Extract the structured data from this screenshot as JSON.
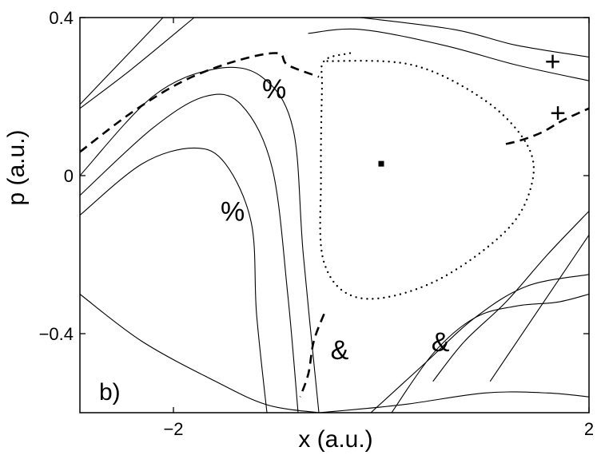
{
  "chart_data": {
    "type": "line",
    "title": "",
    "panel_label": "b)",
    "xlabel": "x (a.u.)",
    "ylabel": "p (a.u.)",
    "xlim": [
      -2.9,
      2.0
    ],
    "ylim": [
      -0.6,
      0.4
    ],
    "x_ticks": [
      {
        "value": -2,
        "label": "−2"
      },
      {
        "value": 2,
        "label": "2"
      }
    ],
    "y_ticks": [
      {
        "value": 0.4,
        "label": "0.4"
      },
      {
        "value": 0,
        "label": "0"
      },
      {
        "value": -0.4,
        "label": "−0.4"
      }
    ],
    "colors": {
      "ink": "#000000",
      "background": "#ffffff"
    },
    "series": [
      {
        "style": "dotted",
        "x": [
          -0.3,
          -0.55,
          -0.57,
          -0.58,
          -0.55,
          -0.2,
          0.5,
          1.2,
          1.45,
          1.4,
          1.0,
          0.3,
          -0.55
        ],
        "y": [
          0.31,
          0.29,
          0.22,
          0.0,
          -0.22,
          -0.31,
          -0.27,
          -0.14,
          -0.02,
          0.08,
          0.19,
          0.28,
          0.29
        ]
      },
      {
        "style": "dashed",
        "x": [
          -2.9,
          -2.4,
          -1.9,
          -1.4,
          -1.0,
          -0.9,
          -0.6
        ],
        "y": [
          0.06,
          0.16,
          0.24,
          0.29,
          0.31,
          0.28,
          0.25
        ]
      },
      {
        "style": "dashed",
        "x": [
          -0.55,
          -0.65,
          -0.7,
          -0.78
        ],
        "y": [
          -0.35,
          -0.42,
          -0.5,
          -0.56
        ]
      },
      {
        "style": "dashed",
        "x": [
          1.2,
          1.35,
          1.55,
          1.75,
          2.0
        ],
        "y": [
          0.08,
          0.09,
          0.11,
          0.14,
          0.17
        ]
      },
      {
        "style": "solid",
        "x": [
          -2.9,
          -2.3,
          -1.6,
          -1.1,
          -0.6
        ],
        "y": [
          -0.3,
          -0.42,
          -0.52,
          -0.58,
          -0.6
        ]
      },
      {
        "style": "solid",
        "x": [
          -0.6,
          0.2,
          1.0,
          1.6,
          2.0
        ],
        "y": [
          -0.6,
          -0.58,
          -0.55,
          -0.55,
          -0.56
        ]
      },
      {
        "style": "solid",
        "x": [
          -2.9,
          -2.3,
          -1.8,
          -1.5,
          -1.25,
          -1.2,
          -1.1
        ],
        "y": [
          -0.1,
          0.03,
          0.07,
          0.03,
          -0.12,
          -0.35,
          -0.6
        ]
      },
      {
        "style": "solid",
        "x": [
          -2.9,
          -2.2,
          -1.7,
          -1.35,
          -1.05,
          -0.9,
          -0.8
        ],
        "y": [
          -0.05,
          0.12,
          0.2,
          0.18,
          0.02,
          -0.3,
          -0.6
        ]
      },
      {
        "style": "solid",
        "x": [
          -2.9,
          -2.2,
          -1.6,
          -1.15,
          -0.85,
          -0.75,
          -0.6
        ],
        "y": [
          0.0,
          0.2,
          0.27,
          0.25,
          0.12,
          -0.2,
          -0.6
        ]
      },
      {
        "style": "solid",
        "x": [
          -2.9,
          -2.4,
          -1.8
        ],
        "y": [
          0.17,
          0.27,
          0.4
        ]
      },
      {
        "style": "solid",
        "x": [
          -0.1,
          0.4,
          0.9,
          1.4,
          2.0
        ],
        "y": [
          -0.6,
          -0.48,
          -0.36,
          -0.28,
          -0.25
        ]
      },
      {
        "style": "solid",
        "x": [
          0.1,
          0.5,
          0.9,
          1.3,
          1.7,
          2.0
        ],
        "y": [
          -0.6,
          -0.45,
          -0.36,
          -0.33,
          -0.32,
          -0.3
        ]
      },
      {
        "style": "solid",
        "x": [
          0.5,
          0.8,
          1.2,
          1.6,
          2.0
        ],
        "y": [
          -0.52,
          -0.42,
          -0.32,
          -0.2,
          -0.09
        ]
      },
      {
        "style": "solid",
        "x": [
          -0.7,
          -0.2,
          0.6,
          1.3,
          2.0
        ],
        "y": [
          0.36,
          0.37,
          0.33,
          0.28,
          0.24
        ]
      },
      {
        "style": "solid",
        "x": [
          -0.2,
          0.7,
          1.3,
          2.0
        ],
        "y": [
          0.4,
          0.37,
          0.33,
          0.3
        ]
      },
      {
        "style": "solid",
        "x": [
          1.05,
          2.0
        ],
        "y": [
          -0.52,
          -0.15
        ]
      },
      {
        "style": "solid",
        "x": [
          -2.9,
          -2.1
        ],
        "y": [
          0.18,
          0.4
        ]
      }
    ],
    "points": [
      {
        "x": 0.0,
        "y": 0.03,
        "label": ""
      },
      {
        "x": 1.65,
        "y": 0.29,
        "label": "+"
      },
      {
        "x": 1.7,
        "y": 0.16,
        "label": "+"
      },
      {
        "x": -1.03,
        "y": 0.22,
        "label": "%"
      },
      {
        "x": -1.43,
        "y": -0.09,
        "label": "%"
      },
      {
        "x": -0.4,
        "y": -0.44,
        "label": "&"
      },
      {
        "x": 0.57,
        "y": -0.42,
        "label": "&"
      }
    ]
  }
}
